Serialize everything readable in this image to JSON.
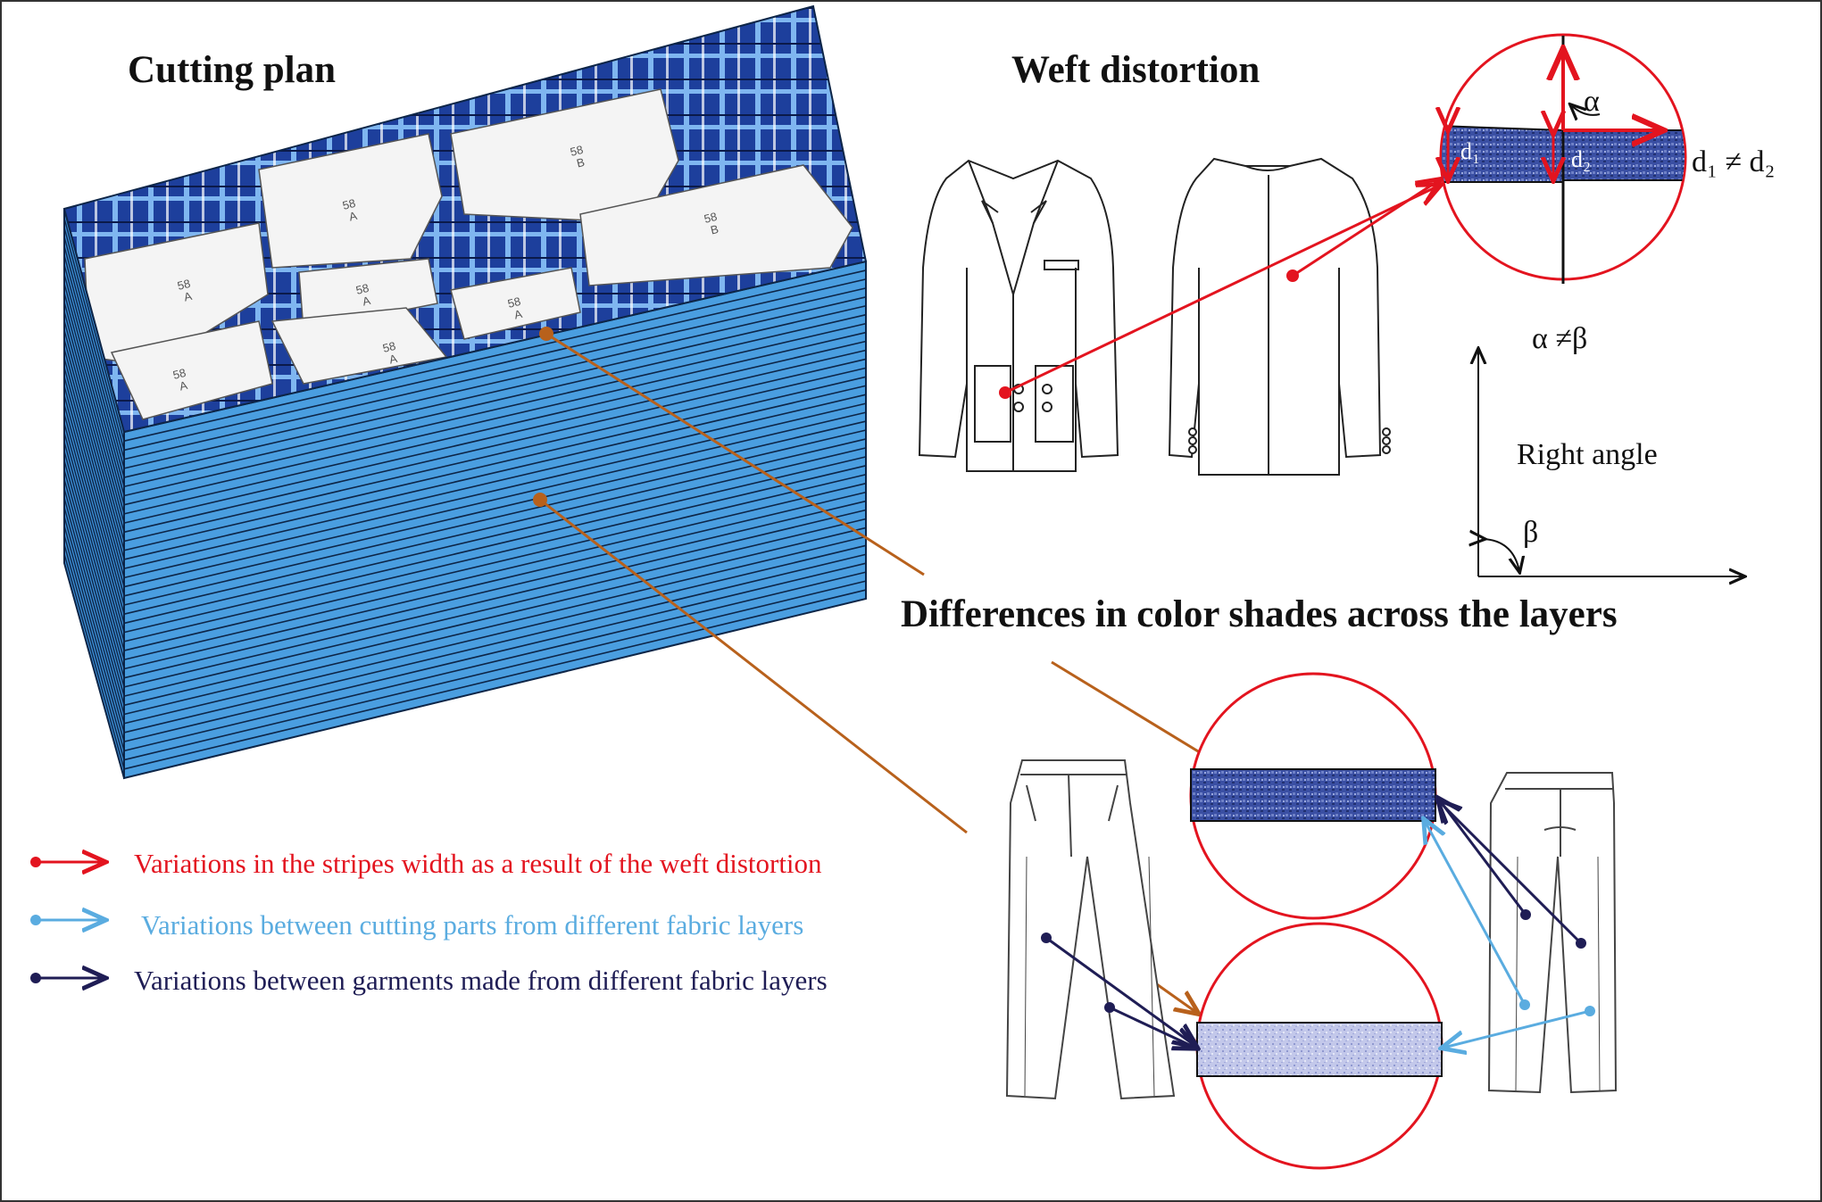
{
  "titles": {
    "cutting_plan": "Cutting plan",
    "weft_distortion": "Weft distortion",
    "color_shades": "Differences in color shades across the layers"
  },
  "weft_detail": {
    "alpha": "α",
    "d1": "d₁",
    "d2": "d₂",
    "d_inequality": "d₁ ≠ d₂",
    "angle_inequality": "α ≠β",
    "right_angle": "Right angle",
    "beta": "β"
  },
  "pattern_labels": [
    {
      "num": "58",
      "letter": "A"
    },
    {
      "num": "58",
      "letter": "B"
    },
    {
      "num": "58",
      "letter": "B"
    },
    {
      "num": "58",
      "letter": "A"
    },
    {
      "num": "58",
      "letter": "A"
    },
    {
      "num": "58",
      "letter": "A"
    },
    {
      "num": "58",
      "letter": "A"
    },
    {
      "num": "58",
      "letter": "A"
    }
  ],
  "legend": [
    {
      "text": "Variations in the stripes width as a result of the weft distortion",
      "color": "#e3141f"
    },
    {
      "text": "Variations between cutting parts from different fabric layers",
      "color": "#5aace0"
    },
    {
      "text": "Variations between garments made from different fabric layers",
      "color": "#1f1d55"
    }
  ],
  "colors": {
    "stack_blue": "#4a9ee0",
    "accent_red": "#e3141f",
    "orange": "#b8611c",
    "light_blue": "#5aace0",
    "navy": "#1f1d55"
  }
}
